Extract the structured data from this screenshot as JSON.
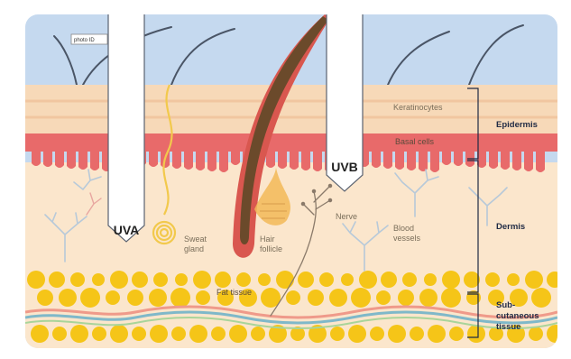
{
  "photo_tag": "photo ID",
  "beams": {
    "uva": "UVA",
    "uvb": "UVB"
  },
  "layer_labels": {
    "keratinocytes": "Keratinocytes",
    "basal_cells": "Basal cells",
    "fat_tissue": "Fat tissue"
  },
  "structure_labels": {
    "sweat_gland": [
      "Sweat",
      "gland"
    ],
    "hair_follicle": [
      "Hair",
      "follicle"
    ],
    "nerve": "Nerve",
    "blood_vessels": [
      "Blood",
      "vessels"
    ]
  },
  "side_labels": {
    "epidermis": "Epidermis",
    "dermis": "Dermis",
    "subcutaneous": [
      "Sub-",
      "cutaneous",
      "tissue"
    ]
  },
  "colors": {
    "sky": "#c5d9ef",
    "epidermis": "#f7d9b8",
    "basal": "#e86a6a",
    "dermis": "#fbe6cc",
    "fat": "#f5c518",
    "hair": "#6b4a2b",
    "follicle": "#d9574f",
    "beam": "#ffffff"
  }
}
